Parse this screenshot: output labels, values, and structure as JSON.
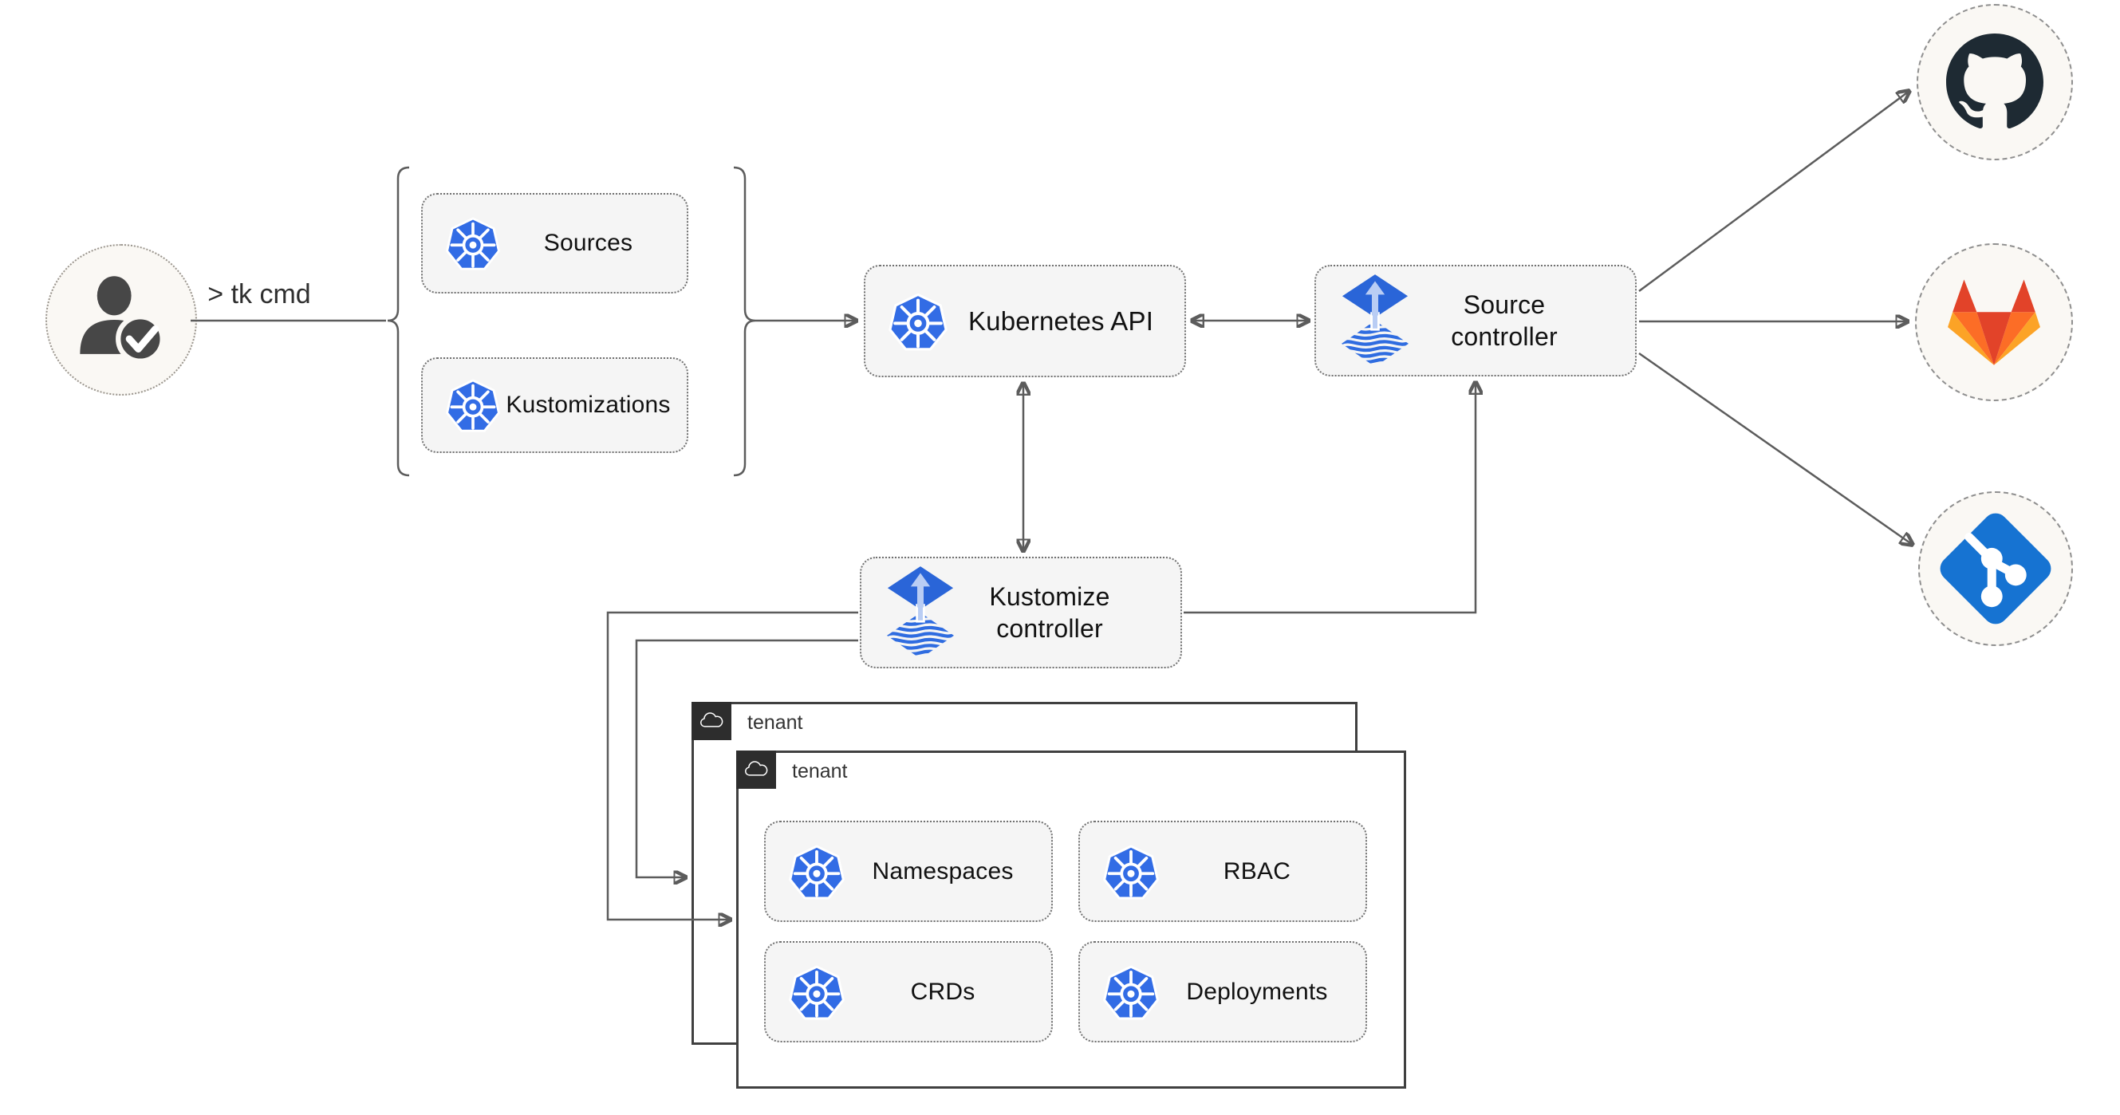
{
  "user": {
    "icon": "user-check-icon",
    "command_label": "> tk cmd"
  },
  "cluster_group": {
    "items": [
      {
        "icon": "kubernetes-icon",
        "label": "Sources"
      },
      {
        "icon": "kubernetes-icon",
        "label": "Kustomizations"
      }
    ]
  },
  "nodes": {
    "kubernetes_api": {
      "icon": "kubernetes-icon",
      "label": "Kubernetes API"
    },
    "source_controller": {
      "icon": "flux-icon",
      "label": "Source controller"
    },
    "kustomize_controller": {
      "icon": "flux-icon",
      "label": "Kustomize controller"
    }
  },
  "repos": [
    {
      "name": "github",
      "icon": "github-icon"
    },
    {
      "name": "gitlab",
      "icon": "gitlab-icon"
    },
    {
      "name": "git",
      "icon": "git-icon"
    }
  ],
  "tenants": [
    {
      "icon": "cloud-icon",
      "label": "tenant"
    },
    {
      "icon": "cloud-icon",
      "label": "tenant",
      "resources": [
        {
          "icon": "kubernetes-icon",
          "label": "Namespaces"
        },
        {
          "icon": "kubernetes-icon",
          "label": "RBAC"
        },
        {
          "icon": "kubernetes-icon",
          "label": "CRDs"
        },
        {
          "icon": "kubernetes-icon",
          "label": "Deployments"
        }
      ]
    }
  ],
  "colors": {
    "k8s_blue": "#326ce5",
    "flux_blue": "#2a65d8",
    "flux_light": "#b9cdf4",
    "arrow_gray": "#5c5c5c",
    "box_fill": "#f5f5f5",
    "box_border": "#707070",
    "circle_fill": "#faf8f4",
    "circle_border": "#8f8f8f",
    "tenant_dark": "#2d2d2d",
    "github_dark": "#1e2a33",
    "gitlab_red": "#e24329",
    "gitlab_orange": "#fc6d26",
    "gitlab_light": "#fca326",
    "git_blue": "#1673d2",
    "label_text": "#111111"
  }
}
